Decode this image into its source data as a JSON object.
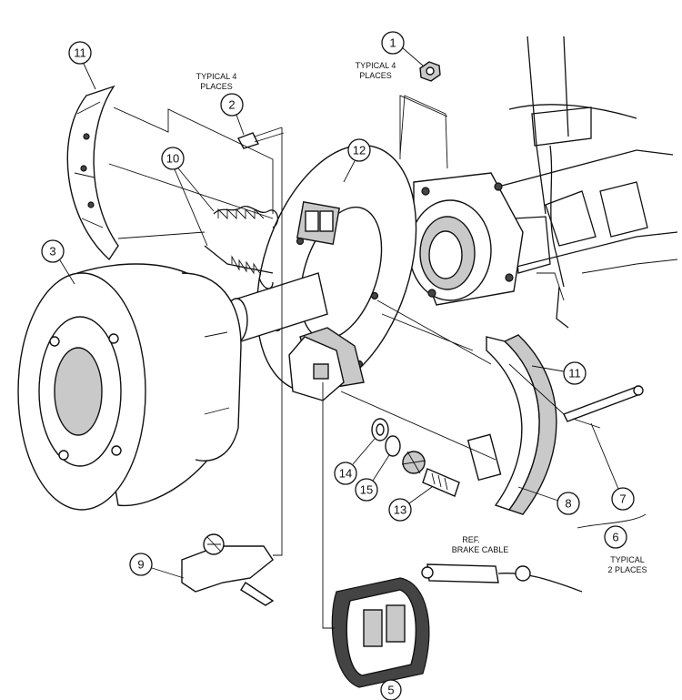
{
  "callouts": [
    {
      "id": "1",
      "label": "1"
    },
    {
      "id": "2",
      "label": "2"
    },
    {
      "id": "3",
      "label": "3"
    },
    {
      "id": "5",
      "label": "5"
    },
    {
      "id": "6",
      "label": "6"
    },
    {
      "id": "7",
      "label": "7"
    },
    {
      "id": "8",
      "label": "8"
    },
    {
      "id": "9",
      "label": "9"
    },
    {
      "id": "10",
      "label": "10"
    },
    {
      "id": "11a",
      "label": "11"
    },
    {
      "id": "11b",
      "label": "11"
    },
    {
      "id": "12",
      "label": "12"
    },
    {
      "id": "13",
      "label": "13"
    },
    {
      "id": "14",
      "label": "14"
    },
    {
      "id": "15",
      "label": "15"
    }
  ],
  "notes": {
    "typical4_left": [
      "TYPICAL 4",
      "PLACES"
    ],
    "typical4_right": [
      "TYPICAL 4",
      "PLACES"
    ],
    "typical2": [
      "TYPICAL",
      "2 PLACES"
    ],
    "ref_cable": [
      "REF.",
      "BRAKE CABLE"
    ]
  }
}
